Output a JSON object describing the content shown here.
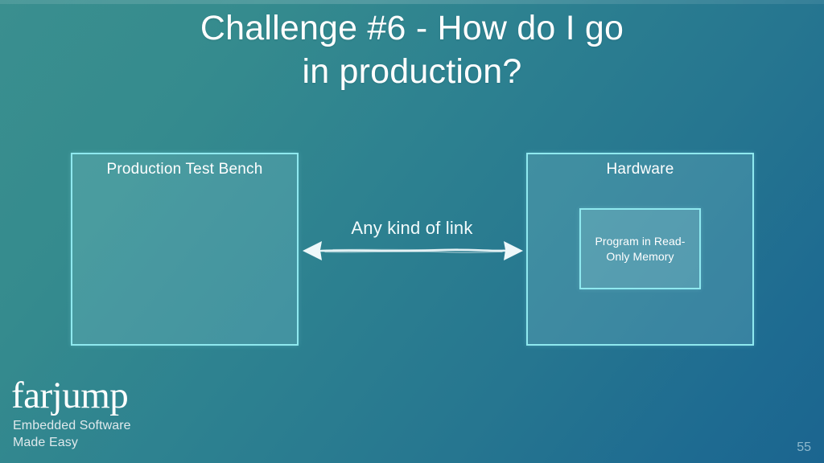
{
  "slide": {
    "title": "Challenge #6 - How do I go\nin production?",
    "page_number": "55",
    "background": {
      "gradient_from": "#3a8f8f",
      "gradient_to": "#1b6590"
    }
  },
  "diagram": {
    "accent_color": "#8fe9ef",
    "nodes": [
      {
        "id": "test-bench",
        "label": "Production Test Bench"
      },
      {
        "id": "hardware",
        "label": "Hardware"
      }
    ],
    "inner_node": {
      "id": "read-only-memory",
      "label": "Program in Read-\nOnly Memory"
    },
    "connector": {
      "label": "Any kind of link",
      "style": "double-headed-arrow",
      "color": "#eef8fa"
    }
  },
  "footer": {
    "logo_wordmark": "farjump",
    "logo_tagline": "Embedded Software\nMade Easy"
  }
}
